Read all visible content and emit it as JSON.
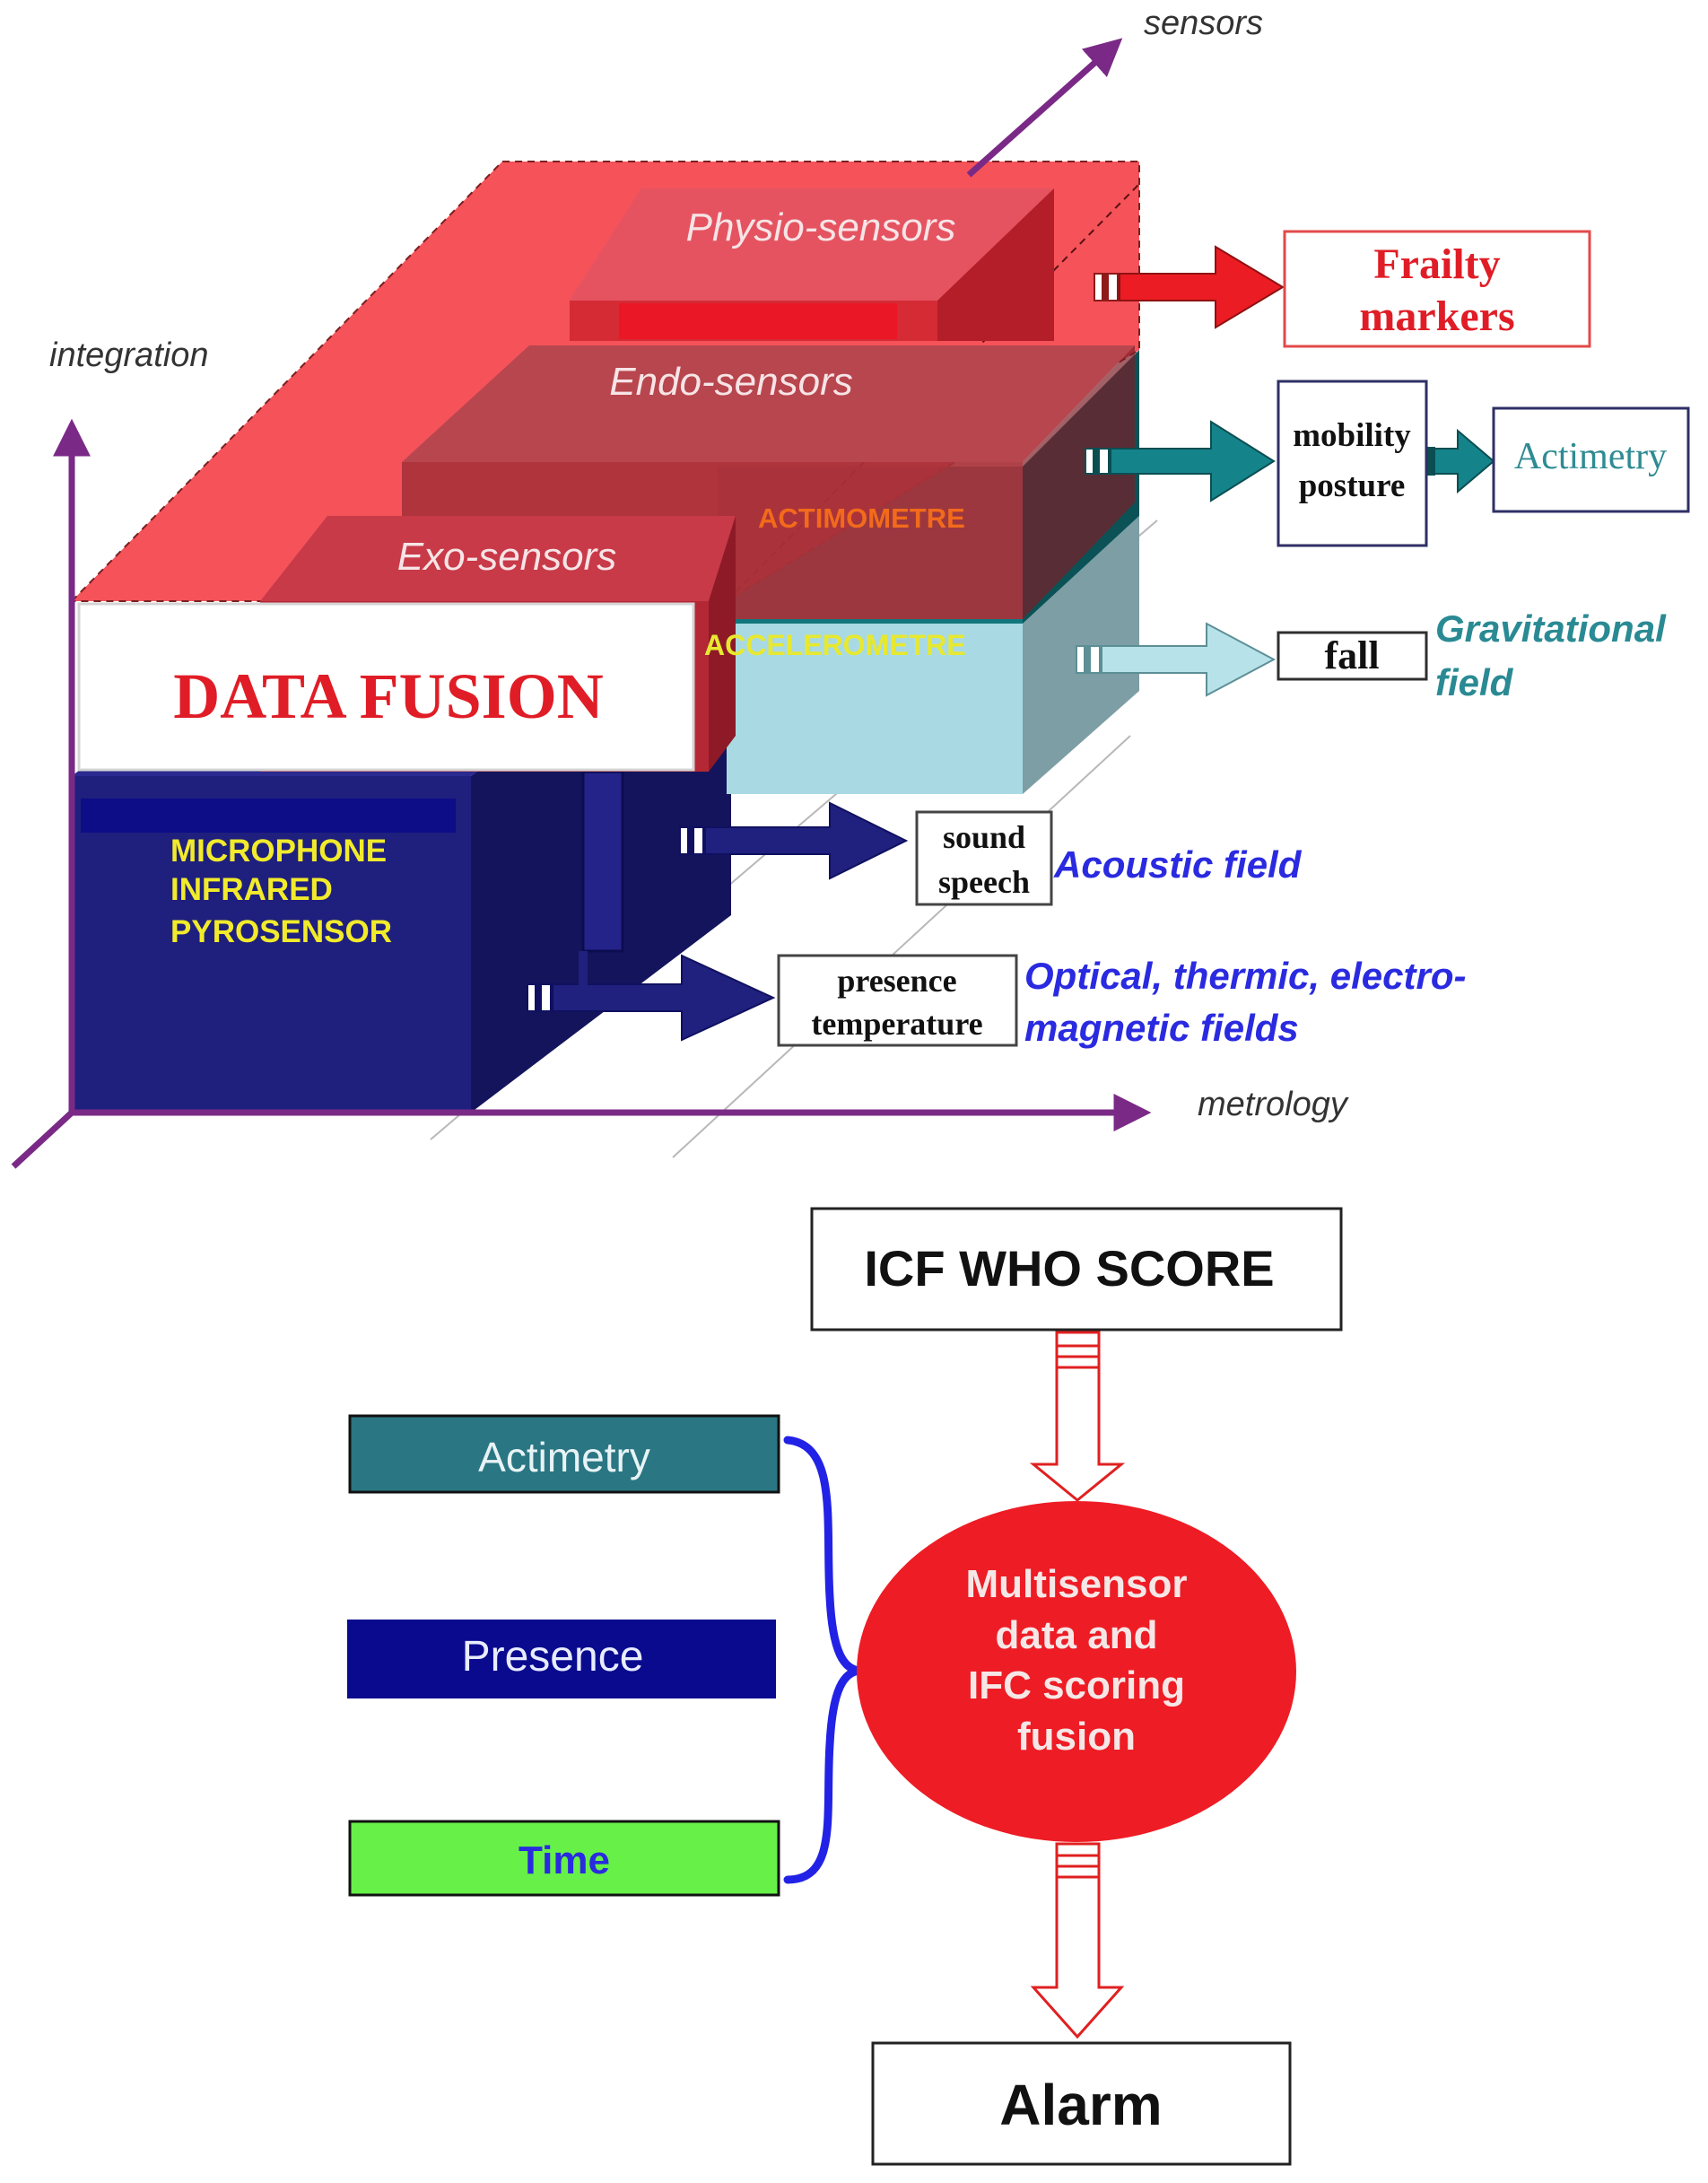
{
  "axes": {
    "sensors": "sensors",
    "integration": "integration",
    "metrology": "metrology"
  },
  "layers": {
    "physio": "Physio-sensors",
    "endo": "Endo-sensors",
    "exo": "Exo-sensors"
  },
  "data_fusion": "DATA FUSION",
  "sensor_labels": {
    "actimometre": "ACTIMOMETRE",
    "accelerometre": "ACCELEROMETRE",
    "base_line1": "MICROPHONE",
    "base_line2": "INFRARED",
    "base_line3": "PYROSENSOR"
  },
  "outputs": {
    "frailty_line1": "Frailty",
    "frailty_line2": "markers",
    "mobility_line1": "mobility",
    "mobility_line2": "posture",
    "actimetry": "Actimetry",
    "fall": "fall",
    "gravitational_line1": "Gravitational",
    "gravitational_line2": "field",
    "sound_line1": "sound",
    "sound_line2": "speech",
    "acoustic": "Acoustic field",
    "presence_line1": "presence",
    "presence_line2": "temperature",
    "optical_line1": "Optical, thermic, electro-",
    "optical_line2": "magnetic fields"
  },
  "flow": {
    "icf": "ICF WHO SCORE",
    "input_actimetry": "Actimetry",
    "input_presence": "Presence",
    "input_time": "Time",
    "fusion_line1": "Multisensor",
    "fusion_line2": "data and",
    "fusion_line3": "IFC scoring",
    "fusion_line4": "fusion",
    "alarm": "Alarm"
  },
  "colors": {
    "red": "#e8212b",
    "navy": "#1c1c78",
    "teal": "#146f74",
    "light_blue": "#a9dae3",
    "purple": "#7a2a86",
    "blue_text": "#2a2ae0",
    "green": "#66f048"
  }
}
